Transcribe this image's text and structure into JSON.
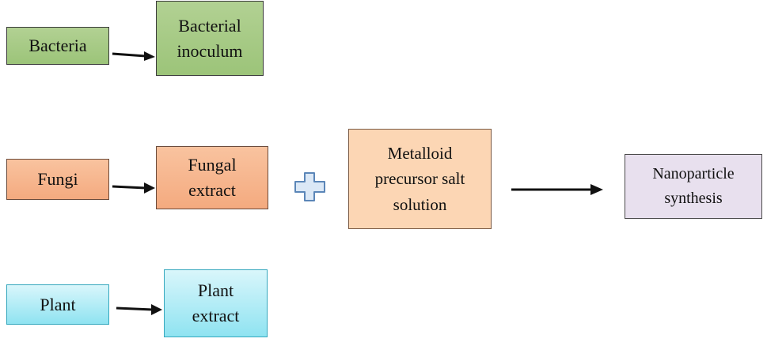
{
  "sources": [
    {
      "label": "Bacteria",
      "product": "Bacterial\ninoculum"
    },
    {
      "label": "Fungi",
      "product": "Fungal\nextract"
    },
    {
      "label": "Plant",
      "product": "Plant\nextract"
    }
  ],
  "precursor": "Metalloid\nprecursor salt\nsolution",
  "result": "Nanoparticle\nsynthesis",
  "colors": {
    "bacteria": "#a8cc86",
    "fungi": "#f6b48c",
    "plant": "#aeeaf5",
    "precursor": "#fcd6b4",
    "result": "#e8e0ee",
    "plus": "#dbe8f6",
    "arrow": "#111111"
  }
}
